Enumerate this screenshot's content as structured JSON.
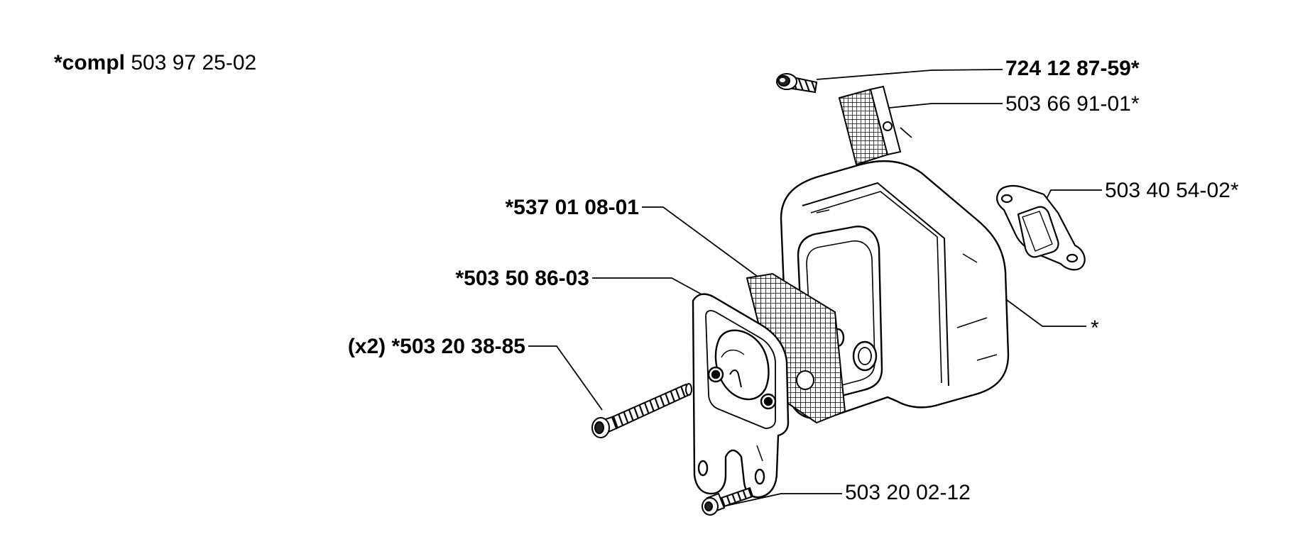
{
  "header": {
    "prefix": "*compl",
    "number": "503 97 25-02"
  },
  "callouts": {
    "screw_top": "724 12 87-59*",
    "screen_top": "503 66 91-01*",
    "gasket_right": "503 40 54-02*",
    "muffler_body": "*",
    "screen_front": "*537 01 08-01",
    "plate": "*503 50 86-03",
    "bolts": "(x2) *503 20 38-85",
    "bottom_screw": "503 20 02-12"
  }
}
